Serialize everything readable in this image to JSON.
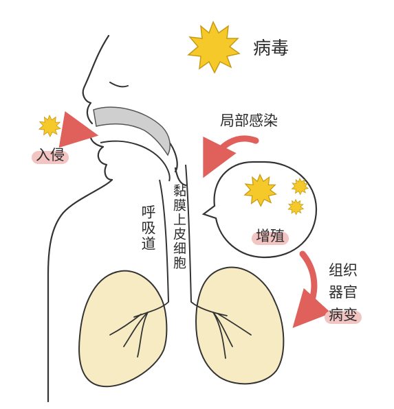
{
  "labels": {
    "virus": "病毒",
    "invade": "入侵",
    "local_infection": "局部感染",
    "proliferation": "增殖",
    "respiratory_tract": "呼吸道",
    "mucosa_epithelial": "黏膜上皮细胞",
    "tissue_organ_line1": "组织",
    "tissue_organ_line2": "器官",
    "lesion": "病变"
  },
  "colors": {
    "virus_fill": "#f6c92b",
    "virus_outline": "#c79a12",
    "lung_fill": "#f7ebc3",
    "arrow_red": "#e0605c",
    "highlight_pink": "#f2c4c2",
    "mouth_gray": "#c8c8c8",
    "line": "#333333"
  },
  "icons": [
    "virus-icon",
    "arrow-icon"
  ]
}
